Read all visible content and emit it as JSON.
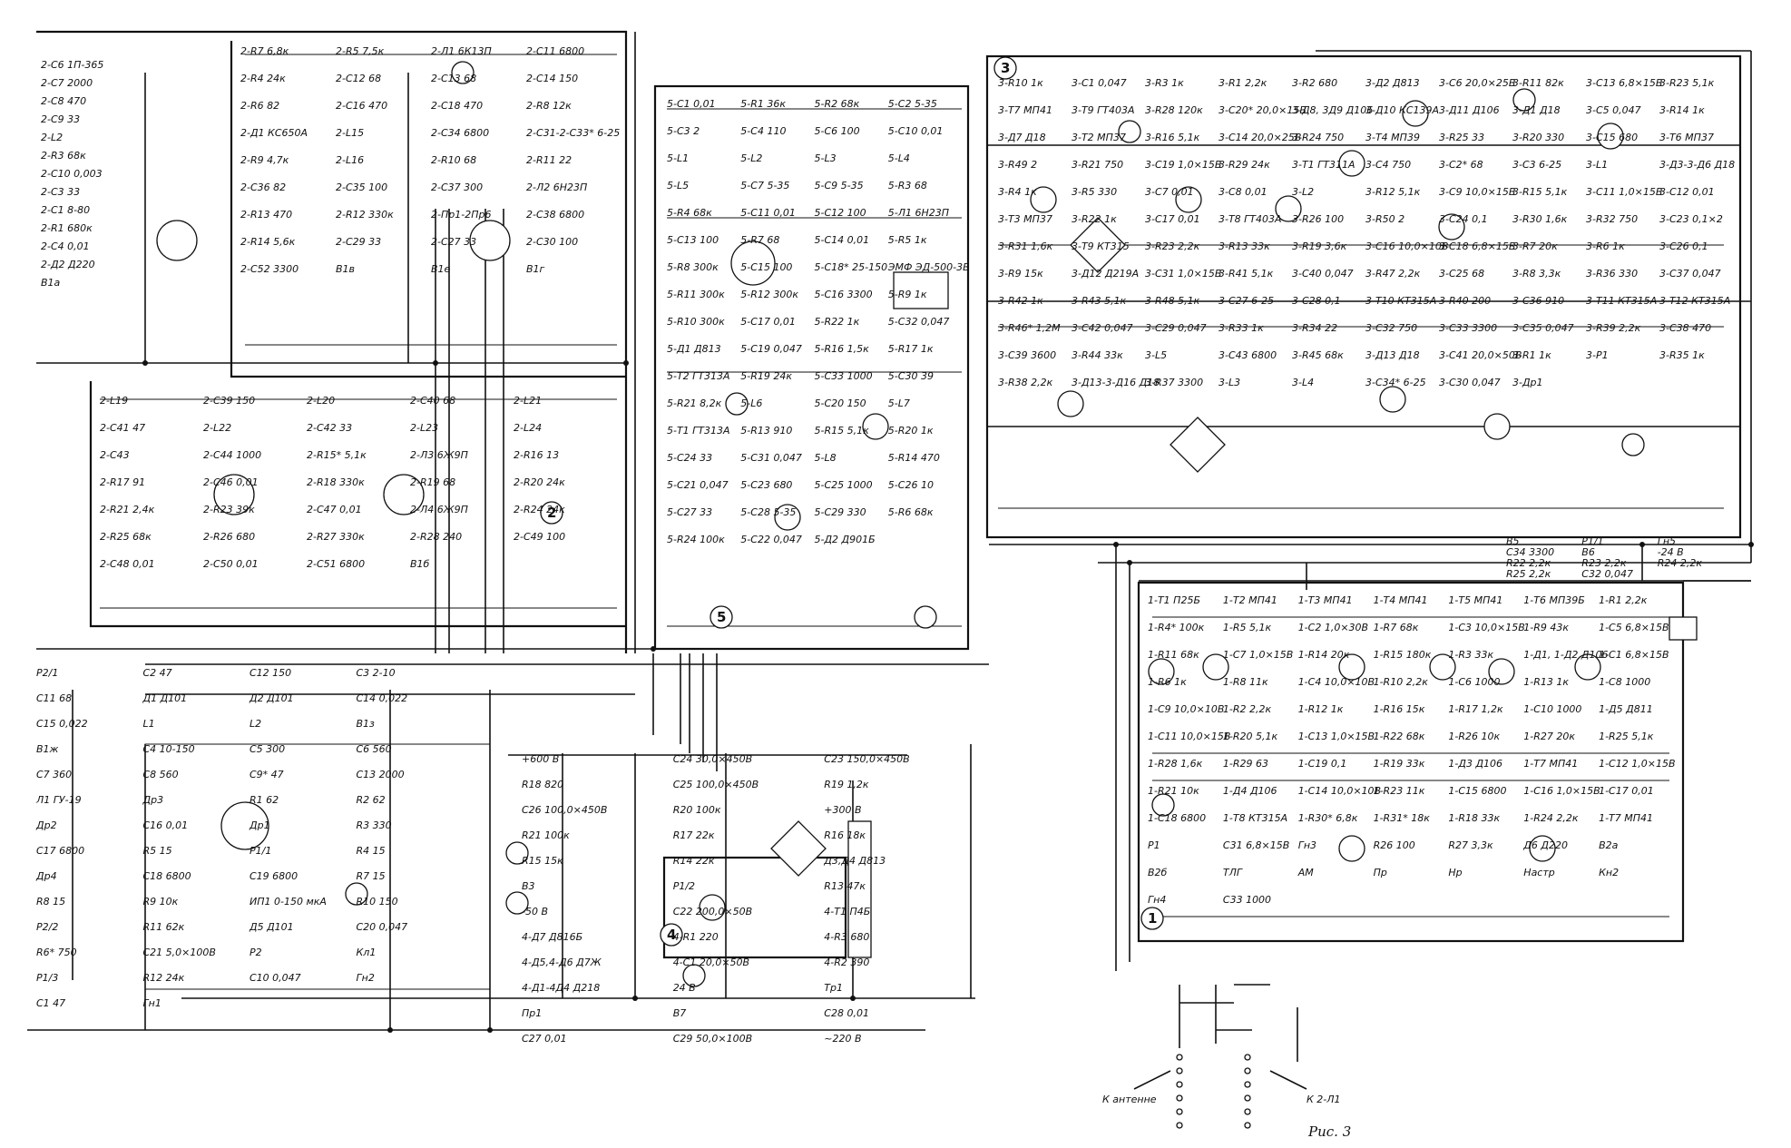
{
  "figure": {
    "caption": "Рис. 3",
    "insert_labels": {
      "left": "К антенне",
      "right": "К 2-Л1"
    }
  },
  "blocks": [
    {
      "id": "2",
      "label": "2"
    },
    {
      "id": "3",
      "label": "3"
    },
    {
      "id": "5",
      "label": "5"
    },
    {
      "id": "1",
      "label": "1"
    },
    {
      "id": "4",
      "label": "4"
    }
  ],
  "labels": {
    "top_left": [
      "2-С6 1П-365",
      "2-С7 2000",
      "2-С8 470",
      "2-С9 33",
      "2-L2",
      "2-R3 68к",
      "2-С10 0,003",
      "2-С3 33",
      "2-С1 8-80",
      "2-R1 680к",
      "2-С4 0,01",
      "2-Д2 Д220",
      "В1а"
    ],
    "block2_top": [
      "2-R7 6,8к",
      "2-R5 7,5к",
      "2-Л1 6К13П",
      "2-С11 6800",
      "2-R4 24к",
      "2-С12 68",
      "2-С13 68",
      "2-С14 150",
      "2-R6 82",
      "2-С16 470",
      "2-С18 470",
      "2-R8 12к",
      "2-Д1 КС650А",
      "2-L15",
      "2-С34 6800",
      "2-С31-2-С33* 6-25",
      "2-R9 4,7к",
      "2-L16",
      "2-R10 68",
      "2-R11 22",
      "2-С36 82",
      "2-С35 100",
      "2-С37 300",
      "2-Л2 6Н23П",
      "2-R13 470",
      "2-R12 330к",
      "2-Пр1-2Пр6",
      "2-С38 6800",
      "2-R14 5,6к",
      "2-С29 33",
      "2-С27 33",
      "2-С30 100",
      "2-С52 3300",
      "В1в",
      "В1е",
      "В1г"
    ],
    "block2_bottom": [
      "2-L19",
      "2-С39 150",
      "2-L20",
      "2-С40 68",
      "2-L21",
      "2-С41 47",
      "2-L22",
      "2-С42 33",
      "2-L23",
      "2-L24",
      "2-С43",
      "2-С44 1000",
      "2-R15* 5,1к",
      "2-Л3 6Ж9П",
      "2-R16 13",
      "2-R17 91",
      "2-С46 0,01",
      "2-R18 330к",
      "2-R19 68",
      "2-R20 24к",
      "2-R21 2,4к",
      "2-R23 39к",
      "2-С47 0,01",
      "2-Л4 6Ж9П",
      "2-R24 24к",
      "2-R25 68к",
      "2-R26 680",
      "2-R27 330к",
      "2-R28 240",
      "2-С49 100",
      "2-С48 0,01",
      "2-С50 0,01",
      "2-С51 6800",
      "В1б"
    ],
    "block5": [
      "5-С1 0,01",
      "5-R1 36к",
      "5-R2 68к",
      "5-С2 5-35",
      "5-С3 2",
      "5-С4 110",
      "5-С6 100",
      "5-С10 0,01",
      "5-L1",
      "5-L2",
      "5-L3",
      "5-L4",
      "5-L5",
      "5-С7 5-35",
      "5-С9 5-35",
      "5-R3 68",
      "5-R4 68к",
      "5-С11 0,01",
      "5-С12 100",
      "5-Л1 6Н23П",
      "5-С13 100",
      "5-R7 68",
      "5-С14 0,01",
      "5-R5 1к",
      "5-R8 300к",
      "5-С15 100",
      "5-С18* 25-150",
      "ЭМФ ЭД-500-3В",
      "5-R11 300к",
      "5-R12 300к",
      "5-С16 3300",
      "5-R9 1к",
      "5-R10 300к",
      "5-С17 0,01",
      "5-R22 1к",
      "5-С32 0,047",
      "5-Д1 Д813",
      "5-С19 0,047",
      "5-R16 1,5к",
      "5-R17 1к",
      "5-Т2 ГТ313А",
      "5-R19 24к",
      "5-С33 1000",
      "5-С30 39",
      "5-R21 8,2к",
      "5-L6",
      "5-С20 150",
      "5-L7",
      "5-Т1 ГТ313А",
      "5-R13 910",
      "5-R15 5,1к",
      "5-R20 1к",
      "5-С24 33",
      "5-С31 0,047",
      "5-L8",
      "5-R14 470",
      "5-С21 0,047",
      "5-С23 680",
      "5-С25 1000",
      "5-С26 10",
      "5-С27 33",
      "5-С28 5-35",
      "5-С29 330",
      "5-R6 68к",
      "5-R24 100к",
      "5-С22 0,047",
      "5-Д2 Д901Б"
    ],
    "block3": [
      "3-R10 1к",
      "3-С1 0,047",
      "3-R3 1к",
      "3-R1 2,2к",
      "3-R2 680",
      "3-Д2 Д813",
      "3-С6 20,0×25В",
      "3-R11 82к",
      "3-С13 6,8×15В",
      "3-R23 5,1к",
      "3-Т7 МП41",
      "3-Т9 ГТ403А",
      "3-R28 120к",
      "3-С20* 20,0×15В",
      "3-Д8, 3Д9 Д106",
      "3-Д10 КС139А",
      "3-Д11 Д106",
      "3-Д1 Д18",
      "3-С5 0,047",
      "3-R14 1к",
      "3-Д7 Д18",
      "3-Т2 МП37",
      "3-R16 5,1к",
      "3-С14 20,0×25В",
      "3-R24 750",
      "3-Т4 МП39",
      "3-R25 33",
      "3-R20 330",
      "3-С15 680",
      "3-Т6 МП37",
      "3-R49 2",
      "3-R21 750",
      "3-С19 1,0×15В",
      "3-R29 24к",
      "3-Т1 ГТ311А",
      "3-С4 750",
      "3-С2* 68",
      "3-С3 6-25",
      "3-L1",
      "3-Д3-3-Д6 Д18",
      "3-R4 1к",
      "3-R5 330",
      "3-С7 0,01",
      "3-С8 0,01",
      "3-L2",
      "3-R12 5,1к",
      "3-С9 10,0×15В",
      "3-R15 5,1к",
      "3-С11 1,0×15В",
      "3-С12 0,01",
      "3-Т3 МП37",
      "3-R22 1к",
      "3-С17 0,01",
      "3-Т8 ГТ403А",
      "3-R26 100",
      "3-R50 2",
      "3-С24 0,1",
      "3-R30 1,6к",
      "3-R32 750",
      "3-С23 0,1×2",
      "3-R31 1,6к",
      "3-Т9 КТ315",
      "3-R23 2,2к",
      "3-R13 33к",
      "3-R19 3,6к",
      "3-С16 10,0×10В",
      "3-С18 6,8×15В",
      "3-R7 20к",
      "3-R6 1к",
      "3-С26 0,1",
      "3-R9 15к",
      "3-Д12 Д219А",
      "3-С31 1,0×15В",
      "3-R41 5,1к",
      "3-С40 0,047",
      "3-R47 2,2к",
      "3-С25 68",
      "3-R8 3,3к",
      "3-R36 330",
      "3-С37 0,047",
      "3-R42 1к",
      "3-R43 5,1к",
      "3-R48 5,1к",
      "3-С27 6-25",
      "3-С28 0,1",
      "3-Т10 КТ315А",
      "3-R40 200",
      "3-С36 910",
      "3-Т11 КТ315А",
      "3-Т12 КТ315А",
      "3-R46* 1,2М",
      "3-С42 0,047",
      "3-С29 0,047",
      "3-R33 1к",
      "3-R34 22",
      "3-С32 750",
      "3-С33 3300",
      "3-С35 0,047",
      "3-R39 2,2к",
      "3-С38 470",
      "3-С39 3600",
      "3-R44 33к",
      "3-L5",
      "3-С43 6800",
      "3-R45 68к",
      "3-Д13 Д18",
      "3-С41 20,0×50В",
      "3-R1 1к",
      "3-Р1",
      "3-R35 1к",
      "3-R38 2,2к",
      "3-Д13-3-Д16 Д18",
      "3-R37 3300",
      "3-L3",
      "3-L4",
      "3-С34* 6-25",
      "3-С30 0,047",
      "3-Др1"
    ],
    "block1": [
      "1-Т1 П25Б",
      "1-Т2 МП41",
      "1-Т3 МП41",
      "1-Т4 МП41",
      "1-Т5 МП41",
      "1-Т6 МП39Б",
      "1-R1 2,2к",
      "1-R4* 100к",
      "1-R5 5,1к",
      "1-С2 1,0×30В",
      "1-R7 68к",
      "1-С3 10,0×15В",
      "1-R9 43к",
      "1-С5 6,8×15В",
      "1-R11 68к",
      "1-С7 1,0×15В",
      "1-R14 20к",
      "1-R15 180к",
      "1-R3 33к",
      "1-Д1, 1-Д2 Д106",
      "1-С1 6,8×15В",
      "1-R6 1к",
      "1-R8 11к",
      "1-С4 10,0×10В",
      "1-R10 2,2к",
      "1-С6 1000",
      "1-R13 1к",
      "1-С8 1000",
      "1-С9 10,0×10В",
      "1-R2 2,2к",
      "1-R12 1к",
      "1-R16 15к",
      "1-R17 1,2к",
      "1-С10 1000",
      "1-Д5 Д811",
      "1-С11 10,0×15В",
      "1-R20 5,1к",
      "1-С13 1,0×15В",
      "1-R22 68к",
      "1-R26 10к",
      "1-R27 20к",
      "1-R25 5,1к",
      "1-R28 1,6к",
      "1-R29 63",
      "1-С19 0,1",
      "1-R19 33к",
      "1-Д3 Д106",
      "1-Т7 МП41",
      "1-С12 1,0×15В",
      "1-R21 10к",
      "1-Д4 Д106",
      "1-С14 10,0×10В",
      "1-R23 11к",
      "1-С15 6800",
      "1-С16 1,0×15В",
      "1-С17 0,01",
      "1-С18 6800",
      "1-Т8 КТ315А",
      "1-R30* 6,8к",
      "1-R31* 18к",
      "1-R18 33к",
      "1-R24 2,2к",
      "1-Т7 МП41",
      "Р1",
      "С31 6,8×15В",
      "Гн3",
      "R26 100",
      "R27 3,3к",
      "Д6 Д220",
      "В2а",
      "В2б",
      "ТЛГ",
      "АМ",
      "Пр",
      "Нр",
      "Настр",
      "Кн2",
      "Гн4",
      "С33 1000"
    ],
    "bottom_left": [
      "Р2/1",
      "С2 47",
      "С12 150",
      "С3 2-10",
      "С11 68",
      "Д1 Д101",
      "Д2 Д101",
      "С14 0,022",
      "С15 0,022",
      "L1",
      "L2",
      "В1з",
      "В1ж",
      "С4 10-150",
      "С5 300",
      "С6 560",
      "С7 360",
      "С8 560",
      "С9* 47",
      "С13 2000",
      "Л1 ГУ-19",
      "Др3",
      "R1 62",
      "R2 62",
      "Др2",
      "С16 0,01",
      "Др1",
      "R3 330",
      "С17 6800",
      "R5 15",
      "Р1/1",
      "R4 15",
      "Др4",
      "С18 6800",
      "С19 6800",
      "R7 15",
      "R8 15",
      "R9 10к",
      "ИП1 0-150 мкА",
      "R10 150",
      "Р2/2",
      "R11 62к",
      "Д5 Д101",
      "С20 0,047",
      "R6* 750",
      "С21 5,0×100В",
      "Р2",
      "Кл1",
      "Р1/3",
      "R12 24к",
      "С10 0,047",
      "Гн2",
      "С1 47",
      "Гн1"
    ],
    "bottom_mid": [
      "+600 В",
      "С24 30,0×450В",
      "С23 150,0×450В",
      "R18 820",
      "С25 100,0×450В",
      "R19 1,2к",
      "С26 100,0×450В",
      "R20 100к",
      "+300 В",
      "R21 100к",
      "R17 22к",
      "R16 18к",
      "R15 15к",
      "R14 22к",
      "Д3,Д4 Д813",
      "В3",
      "Р1/2",
      "R13 47к",
      "-50 В",
      "С22 200,0×50В",
      "4-Т1 П4Б",
      "4-Д7 Д816Б",
      "4-R1 220",
      "4-R3 680",
      "4-Д5,4-Д6 Д7Ж",
      "4-С1 20,0×50В",
      "4-R2 390",
      "4-Д1-4Д4 Д218",
      "24 В",
      "Тр1",
      "Пр1",
      "В7",
      "С28 0,01",
      "С27 0,01",
      "С29 50,0×100В",
      "~220 В"
    ],
    "misc": [
      "В5",
      "Р1/1",
      "Гн5",
      "С34 3300",
      "В6",
      "-24 В",
      "R22 2,2к",
      "R23 2,2к",
      "R24 2,2к",
      "R25 2,2к",
      "С32 0,047"
    ]
  }
}
